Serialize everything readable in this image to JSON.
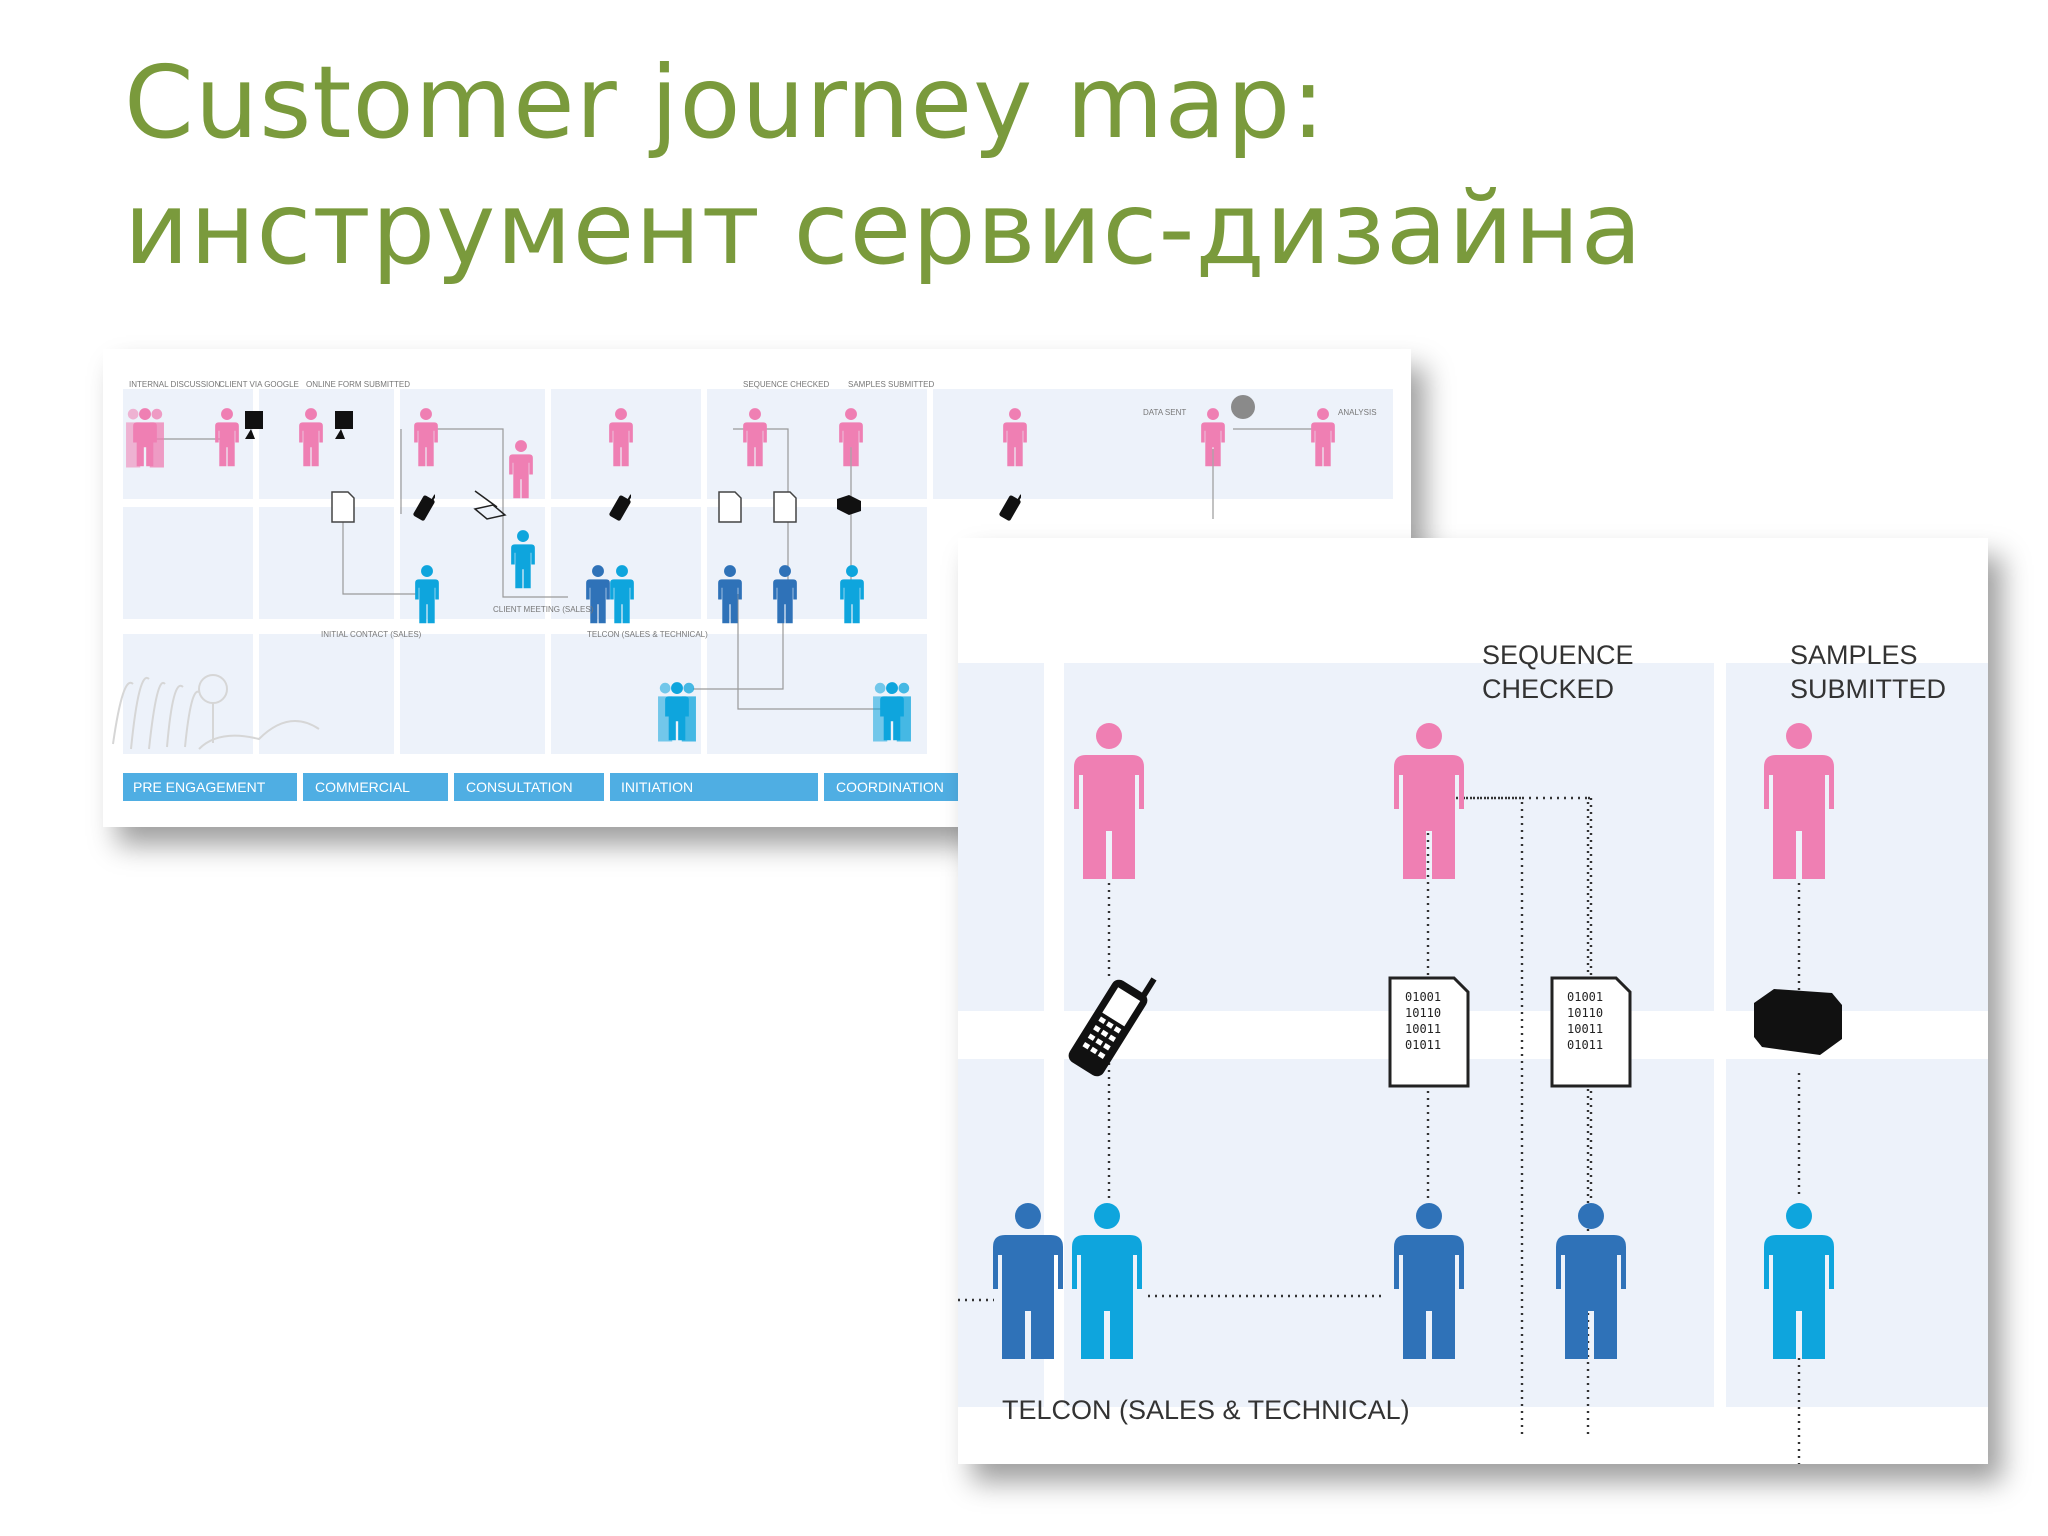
{
  "slide": {
    "title_line1": "Customer journey map:",
    "title_line2": "инструмент сервис-дизайна"
  },
  "colors": {
    "title": "#7a9a3c",
    "customer_pink": "#ef7fb3",
    "staff_blue": "#2f72b8",
    "staff_cyan": "#0ea5dd",
    "lane_bg": "#edf2fa",
    "phase_bar": "#4faee3"
  },
  "overview": {
    "top_labels": [
      "INTERNAL DISCUSSION",
      "CLIENT VIA GOOGLE",
      "ONLINE FORM SUBMITTED",
      "SEQUENCE CHECKED",
      "SAMPLES SUBMITTED",
      "DATA SENT",
      "ANALYSIS"
    ],
    "row_labels": [
      "INITIAL CONTACT (SALES)",
      "CLIENT MEETING (SALES)",
      "TELCON (SALES & TECHNICAL)"
    ],
    "phases": [
      "PRE ENGAGEMENT",
      "COMMERCIAL",
      "CONSULTATION",
      "INITIATION",
      "COORDINATION"
    ]
  },
  "detail": {
    "label_sequence_line1": "SEQUENCE",
    "label_sequence_line2": "CHECKED",
    "label_samples_line1": "SAMPLES",
    "label_samples_line2": "SUBMITTED",
    "label_telcon": "TELCON (SALES & TECHNICAL)",
    "document_lines": [
      "01001",
      "10110",
      "10011",
      "01011"
    ]
  }
}
